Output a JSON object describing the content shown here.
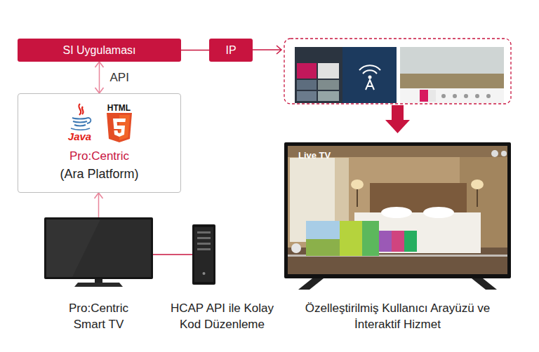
{
  "diagram": {
    "nodes": [
      {
        "text": [
          "SI Uygulaması"
        ]
      },
      {
        "text": [
          "IP"
        ]
      },
      {
        "text": [
          "Java",
          "HTML",
          "Pro:Centric",
          "(Ara Platform)"
        ]
      },
      {
        "text": [
          "Pro:Centric Smart TV"
        ]
      },
      {
        "text": [
          "HCAP API ile Kolay Kod Düzenleme"
        ]
      },
      {
        "text": [
          "Özelleştirilmiş Kullanıcı Arayüzü ve İnteraktif Hizmet"
        ]
      }
    ],
    "edges": [
      {
        "from": 0,
        "to": 1,
        "arrow": "none"
      },
      {
        "from": 0,
        "to": 2,
        "label": "API",
        "arrow": "both"
      },
      {
        "from": 3,
        "to": 2,
        "arrow": "to"
      },
      {
        "from": 3,
        "to": 4,
        "arrow": "none"
      }
    ],
    "labels": [
      "Live TV"
    ]
  }
}
